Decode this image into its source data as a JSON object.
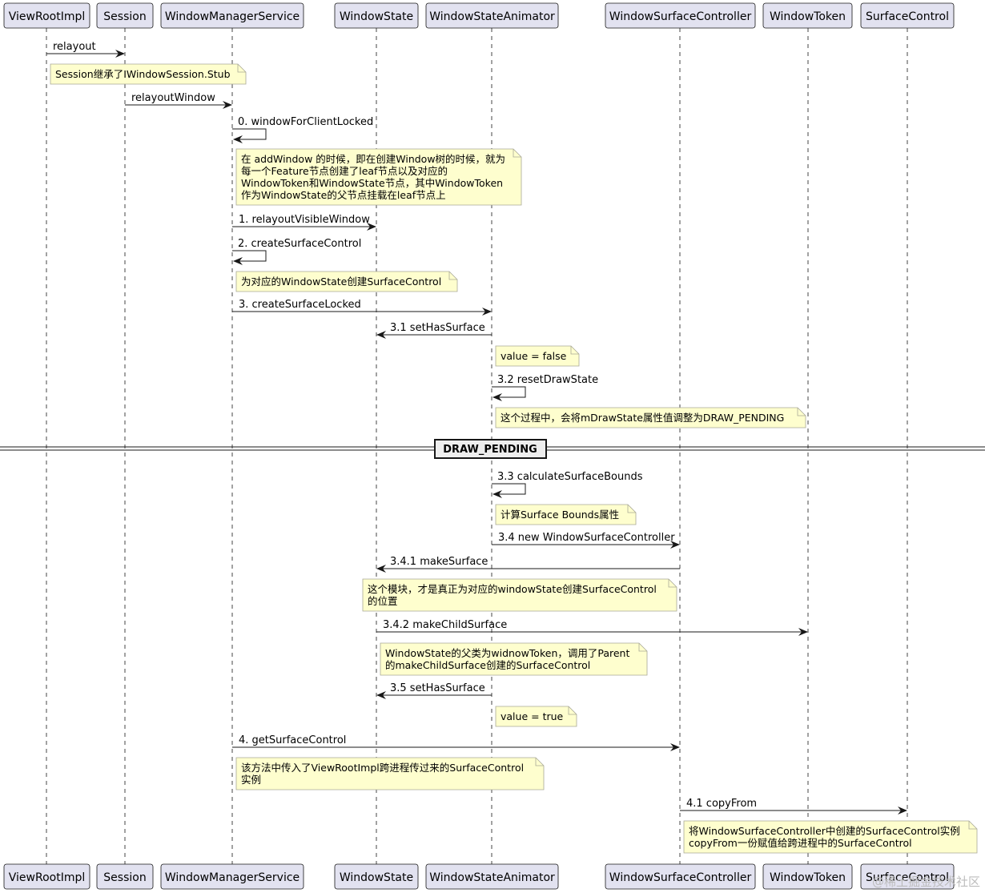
{
  "participants": [
    {
      "id": "vri",
      "label": "ViewRootImpl"
    },
    {
      "id": "ses",
      "label": "Session"
    },
    {
      "id": "wms",
      "label": "WindowManagerService"
    },
    {
      "id": "ws",
      "label": "WindowState"
    },
    {
      "id": "wsa",
      "label": "WindowStateAnimator"
    },
    {
      "id": "wsc",
      "label": "WindowSurfaceController"
    },
    {
      "id": "wt",
      "label": "WindowToken"
    },
    {
      "id": "sc",
      "label": "SurfaceControl"
    }
  ],
  "messages": [
    {
      "from": "vri",
      "to": "ses",
      "label": "relayout"
    },
    {
      "from": "ses",
      "to": "wms",
      "label": "relayoutWindow"
    },
    {
      "from": "wms",
      "to": "wms",
      "label": "0. windowForClientLocked"
    },
    {
      "from": "wms",
      "to": "ws",
      "label": "1. relayoutVisibleWindow"
    },
    {
      "from": "wms",
      "to": "wms",
      "label": "2. createSurfaceControl"
    },
    {
      "from": "wms",
      "to": "wsa",
      "label": "3. createSurfaceLocked"
    },
    {
      "from": "wsa",
      "to": "ws",
      "label": "3.1 setHasSurface"
    },
    {
      "from": "wsa",
      "to": "wsa",
      "label": "3.2 resetDrawState"
    },
    {
      "from": "wsa",
      "to": "wsa",
      "label": "3.3 calculateSurfaceBounds"
    },
    {
      "from": "wsa",
      "to": "wsc",
      "label": "3.4 new WindowSurfaceController"
    },
    {
      "from": "wsc",
      "to": "ws",
      "label": "3.4.1 makeSurface"
    },
    {
      "from": "ws",
      "to": "wt",
      "label": "3.4.2 makeChildSurface"
    },
    {
      "from": "wsa",
      "to": "ws",
      "label": "3.5 setHasSurface"
    },
    {
      "from": "wms",
      "to": "wsc",
      "label": "4. getSurfaceControl"
    },
    {
      "from": "wsc",
      "to": "sc",
      "label": "4.1 copyFrom"
    }
  ],
  "notes": [
    {
      "lines": [
        "Session继承了IWindowSession.Stub"
      ]
    },
    {
      "lines": [
        "在 addWindow 的时候，即在创建Window树的时候，就为",
        "每一个Feature节点创建了leaf节点以及对应的",
        "WindowToken和WindowState节点，其中WindowToken",
        "作为WindowState的父节点挂载在leaf节点上"
      ]
    },
    {
      "lines": [
        "为对应的WindowState创建SurfaceControl"
      ]
    },
    {
      "lines": [
        "value = false"
      ]
    },
    {
      "lines": [
        "这个过程中，会将mDrawState属性值调整为DRAW_PENDING"
      ]
    },
    {
      "lines": [
        "计算Surface Bounds属性"
      ]
    },
    {
      "lines": [
        "这个模块，才是真正为对应的windowState创建SurfaceControl",
        "的位置"
      ]
    },
    {
      "lines": [
        "WindowState的父类为widnowToken，调用了Parent",
        "的makeChildSurface创建的SurfaceControl"
      ]
    },
    {
      "lines": [
        "value = true"
      ]
    },
    {
      "lines": [
        "该方法中传入了ViewRootImpl跨进程传过来的SurfaceControl",
        "实例"
      ]
    },
    {
      "lines": [
        "将WindowSurfaceController中创建的SurfaceControl实例",
        "copyFrom一份赋值给跨进程中的SurfaceControl"
      ]
    }
  ],
  "divider": {
    "label": "DRAW_PENDING"
  },
  "watermark": "@稀土掘金技术社区",
  "colors": {
    "participant_fill": "#e2e2f0",
    "participant_border": "#181818",
    "lifeline": "#181818",
    "note_fill": "#fefece",
    "note_border": "#a8a896",
    "arrow": "#181818",
    "divider_box_fill": "#eeeeee"
  }
}
